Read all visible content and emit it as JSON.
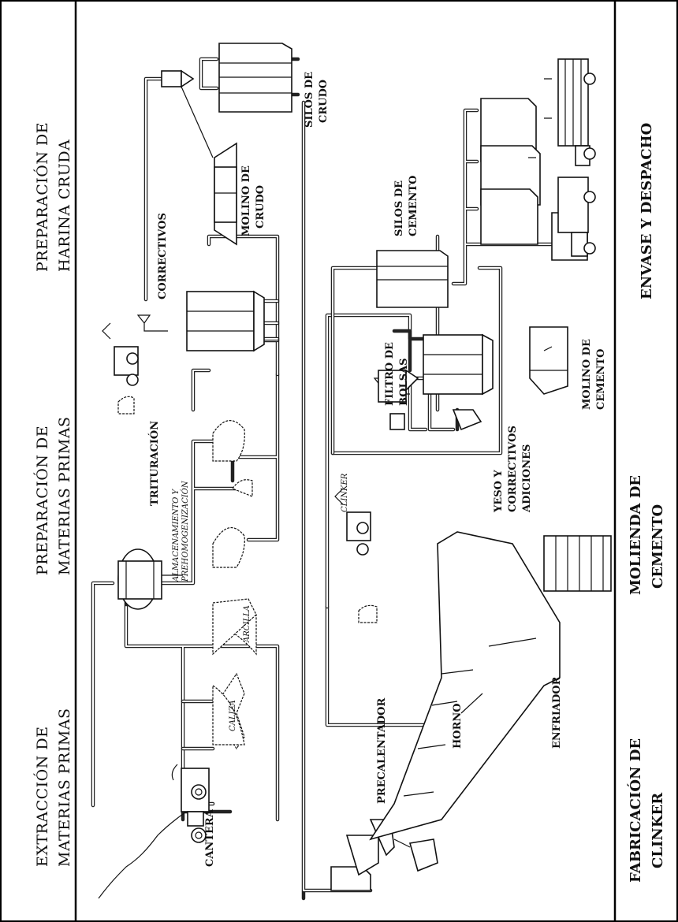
{
  "stages": {
    "extraccion": [
      "EXTRACCIÓN DE",
      "MATERIAS PRIMAS"
    ],
    "preparacion_mp": [
      "PREPARACIÓN DE",
      "MATERIAS PRIMAS"
    ],
    "preparacion_hc": [
      "PREPARACIÓN DE",
      "HARINA CRUDA"
    ],
    "fabricacion": [
      "FABRICACIÓN DE",
      "CLINKER"
    ],
    "molienda": [
      "MOLIENDA DE",
      "CEMENTO"
    ],
    "envase": "ENVASE Y DESPACHO"
  },
  "labels": {
    "cantera": "CANTERA",
    "caliza": "CALIZA",
    "arcilla": "ARCILLA",
    "trituracion": "TRITURACIÓN",
    "almacenamiento": [
      "ALMACENAMIENTO Y",
      "PREHOMOGENIZACIÓN"
    ],
    "correctivos": "CORRECTIVOS",
    "molino_crudo": [
      "MOLINO DE",
      "CRUDO"
    ],
    "silos_crudo": [
      "SILOS DE",
      "CRUDO"
    ],
    "precalentador": "PRECALENTADOR",
    "horno": "HORNO",
    "enfriador": "ENFRIADOR",
    "clinker": "CLINKER",
    "yeso": [
      "YESO Y",
      "CORRECTIVOS",
      "ADICIONES"
    ],
    "filtro": [
      "FILTRO DE",
      "BOLSAS"
    ],
    "molino_cemento": [
      "MOLINO DE",
      "CEMENTO"
    ],
    "silos_cemento": [
      "SILOS DE",
      "CEMENTO"
    ]
  }
}
